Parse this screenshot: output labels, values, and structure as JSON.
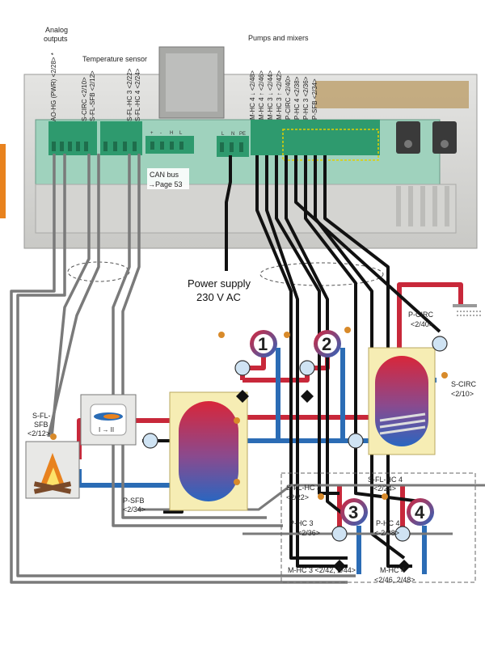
{
  "header": {
    "analog_outputs": [
      "Analog",
      "outputs"
    ],
    "temperature_sensor": "Temperature sensor",
    "pumps_and_mixers": "Pumps and mixers"
  },
  "controller_labels": {
    "analog": "AO-HG (PWR) <2/28> *",
    "sensors": [
      "S-CIRC <2/10>",
      "S-FL-SFB <2/12>",
      "S-FL-HC 3 <2/22>",
      "S-FL-HC 4 <2/24>"
    ],
    "pumps": [
      "M-HC 4 ↓ <2/48>",
      "M-HC 4 ↑ <2/46>",
      "M-HC 3 ↓ <2/44>",
      "M-HC 3 ↑ <2/42>",
      "P-CIRC <2/40>",
      "P-HC 4 <2/38>",
      "P-HC 3 <2/36>",
      "P-SFB <2/34>"
    ],
    "power_terminals": [
      "L",
      "N",
      "PE"
    ],
    "can_terminals": [
      "+",
      "-",
      "H",
      "L"
    ]
  },
  "can_bus": {
    "line1": "CAN bus",
    "line2": "→Page 53"
  },
  "power_supply": {
    "line1": "Power supply",
    "line2": "230 V AC"
  },
  "components": {
    "p_circ": [
      "P-CIRC",
      "<2/40>"
    ],
    "s_circ": [
      "S-CIRC",
      "<2/10>"
    ],
    "s_fl_sfb": [
      "S-FL-",
      "SFB",
      "<2/12>"
    ],
    "p_sfb": [
      "P-SFB",
      "<2/34>"
    ],
    "s_fl_hc3": [
      "S-FL-HC 3",
      "<2/22>"
    ],
    "s_fl_hc4": [
      "S-FL-HC 4",
      "<2/24>"
    ],
    "p_hc3": [
      "P-HC 3",
      "<2/36>"
    ],
    "p_hc4": [
      "P-HC 4",
      "<-2/38>"
    ],
    "m_hc3": "M-HC 3 <2/42, 2/44>",
    "m_hc4": [
      "M-HC 4",
      "<2/46, 2/48>"
    ],
    "burner": "I → II"
  },
  "circuits": [
    "1",
    "2",
    "3",
    "4"
  ],
  "colors": {
    "hot": "#c8283a",
    "cold": "#2b6cb5",
    "cable_black": "#111111",
    "cable_gray": "#7a7a7a",
    "terminal_green": "#2e9a6e",
    "tank_yellow": "#f6edb4",
    "accent_orange": "#e8821e",
    "sensor_orange": "#d88a2a"
  }
}
